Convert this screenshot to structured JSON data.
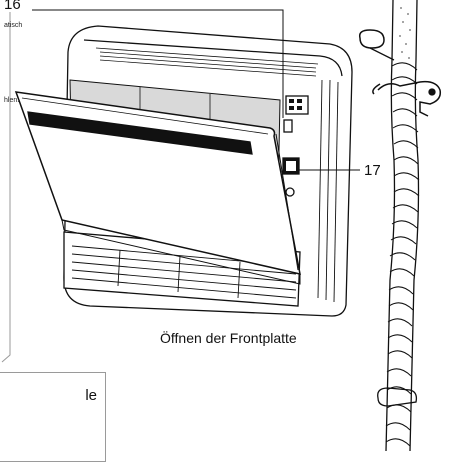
{
  "labels": {
    "callout_16": "16",
    "callout_17": "17",
    "caption": "Öffnen der Frontplatte",
    "text_fragment_top": "atisch",
    "text_fragment_mid": "hlen.",
    "note_fragment": "le"
  },
  "colors": {
    "line": "#111111",
    "box_border": "#9a9a9a",
    "filter_gray": "#d9d9d9",
    "hose_dots": "#8a8a8a"
  }
}
